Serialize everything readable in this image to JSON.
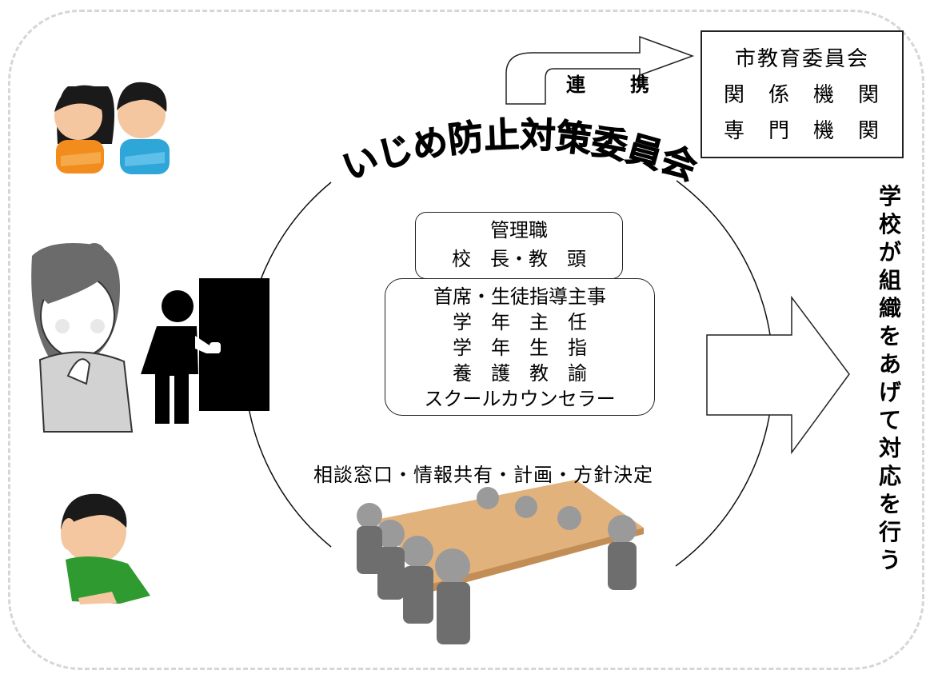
{
  "committee": {
    "title": "いじめ防止対策委員会"
  },
  "management": {
    "label": "管理職",
    "members": "校　長・教　頭"
  },
  "staff": {
    "lines": [
      "首席・生徒指導主事",
      "学　年　主　任",
      "学　年　生　指",
      "養　護　教　諭",
      "スクールカウンセラー"
    ]
  },
  "agencies": {
    "lines": [
      "市教育委員会",
      "関　係　機　関",
      "専　門　機　関"
    ]
  },
  "renkei": "連　携",
  "caption": "相談窓口・情報共有・計画・方針決定",
  "side_text": "学校が組織をあげて対応を行う",
  "icons": [
    "worried-children-icon",
    "thinking-woman-icon",
    "person-at-door-icon",
    "troubled-man-icon",
    "meeting-table-icon"
  ]
}
